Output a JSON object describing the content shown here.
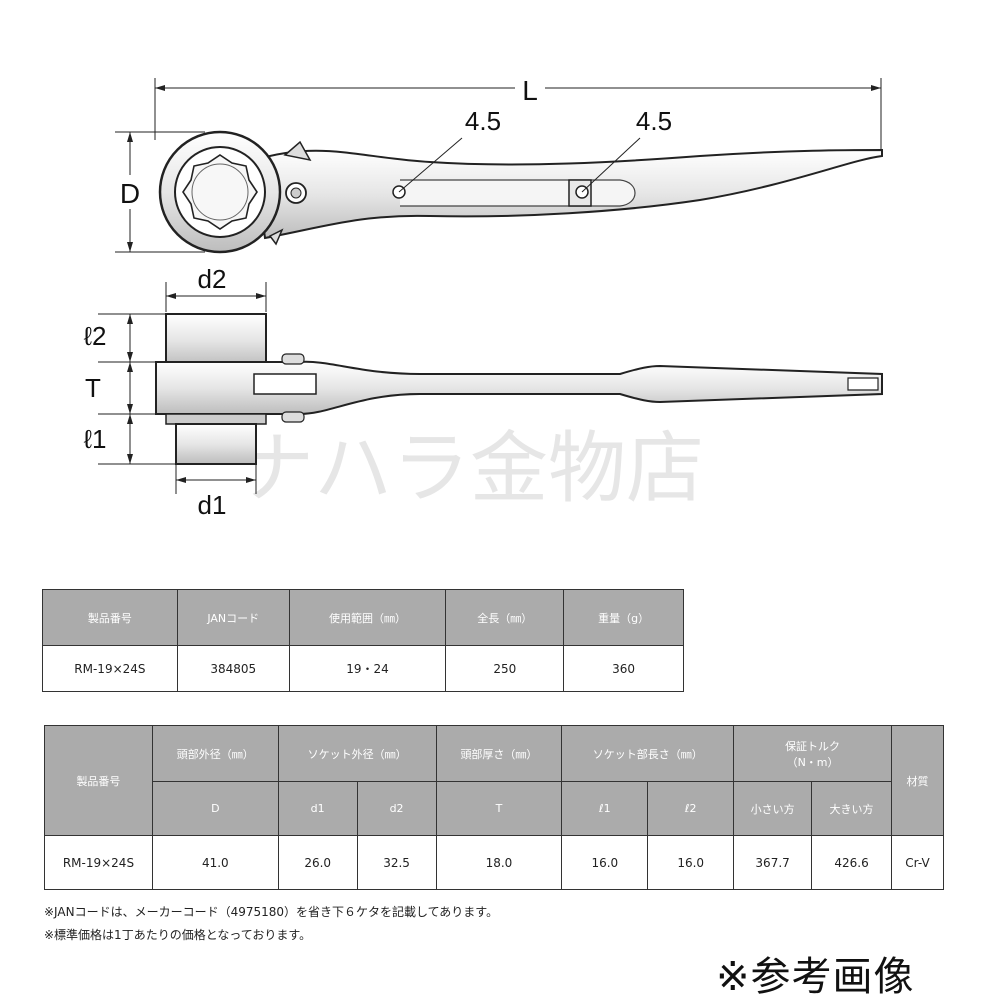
{
  "drawing": {
    "dim_L": "L",
    "dim_D": "D",
    "dim_d2": "d2",
    "dim_d1": "d1",
    "dim_l2": "ℓ2",
    "dim_T": "T",
    "dim_l1": "ℓ1",
    "hole_label_1": "4.5",
    "hole_label_2": "4.5",
    "watermark": "ナハラ金物店"
  },
  "table1": {
    "headers": [
      "製品番号",
      "JANコード",
      "使用範囲（㎜）",
      "全長（㎜）",
      "重量（g）"
    ],
    "row": [
      "RM-19×24S",
      "384805",
      "19・24",
      "250",
      "360"
    ]
  },
  "table2": {
    "header_product": "製品番号",
    "header_head_od": "頭部外径（㎜）",
    "header_socket_od": "ソケット外径（㎜）",
    "header_head_thickness": "頭部厚さ（㎜）",
    "header_socket_length": "ソケット部長さ（㎜）",
    "header_torque": "保証トルク",
    "header_torque_unit": "（N・m）",
    "header_material": "材質",
    "sub_D": "D",
    "sub_d1": "d1",
    "sub_d2": "d2",
    "sub_T": "T",
    "sub_l1": "ℓ1",
    "sub_l2": "ℓ2",
    "sub_small": "小さい方",
    "sub_large": "大きい方",
    "row": [
      "RM-19×24S",
      "41.0",
      "26.0",
      "32.5",
      "18.0",
      "16.0",
      "16.0",
      "367.7",
      "426.6",
      "Cr-V"
    ]
  },
  "notes": [
    "※JANコードは、メーカーコード（4975180）を省き下６ケタを記載してあります。",
    "※標準価格は1丁あたりの価格となっております。"
  ],
  "reference_label": "※参考画像",
  "colors": {
    "header_bg": "#ababab",
    "border": "#333333",
    "steel_light": "#f2f2f2"
  }
}
